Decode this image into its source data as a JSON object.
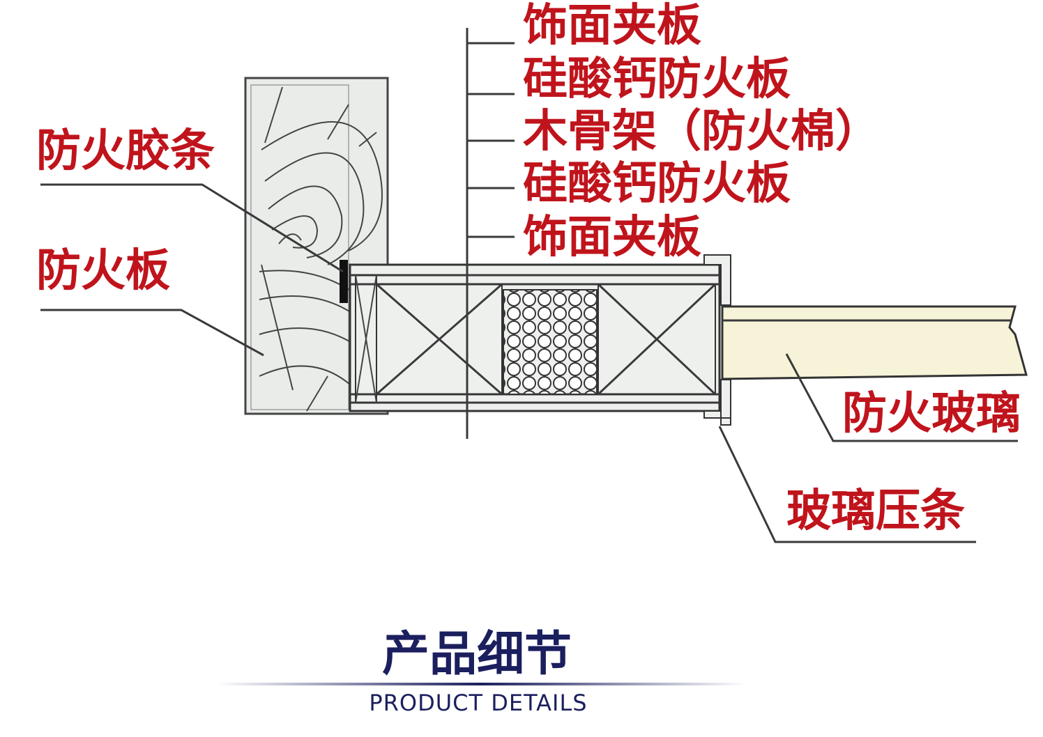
{
  "labels": {
    "facing_top": "饰面夹板",
    "calcium_top": "硅酸钙防火板",
    "wood_frame": "木骨架（防火棉）",
    "calcium_bottom": "硅酸钙防火板",
    "facing_bottom": "饰面夹板",
    "fire_strip": "防火胶条",
    "fire_board": "防火板",
    "fire_glass": "防火玻璃",
    "glass_bead": "玻璃压条"
  },
  "footer": {
    "title_cn": "产品细节",
    "title_en": "PRODUCT DETAILS"
  },
  "colors": {
    "label_red": "#c0141c",
    "title_navy": "#1b1f5e",
    "glass_fill": "#f6f3d8"
  }
}
